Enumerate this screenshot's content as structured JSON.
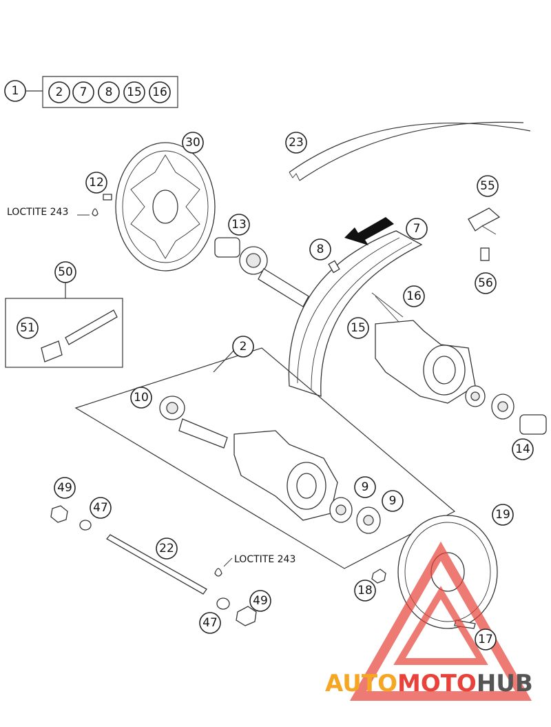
{
  "callouts": {
    "c1": "1",
    "c2": "2",
    "c7": "7",
    "c8": "8",
    "c15": "15",
    "c16": "16",
    "c2b": "2",
    "c30": "30",
    "c23": "23",
    "c12": "12",
    "c13": "13",
    "c55": "55",
    "c7b": "7",
    "c8b": "8",
    "c56": "56",
    "c50": "50",
    "c16b": "16",
    "c51": "51",
    "c15b": "15",
    "c10": "10",
    "c14": "14",
    "c9a": "9",
    "c9b": "9",
    "c49a": "49",
    "c47a": "47",
    "c19": "19",
    "c22": "22",
    "c18": "18",
    "c49b": "49",
    "c47b": "47",
    "c17": "17"
  },
  "notes": {
    "loctite_top": "LOCTITE 243",
    "loctite_bottom": "LOCTITE 243"
  },
  "watermark": {
    "part1": "AUTO",
    "part2": "MOTO",
    "part3": "HUB",
    "color_orange": "#f5a623",
    "color_red": "#e8423a",
    "color_grey": "#555555"
  }
}
